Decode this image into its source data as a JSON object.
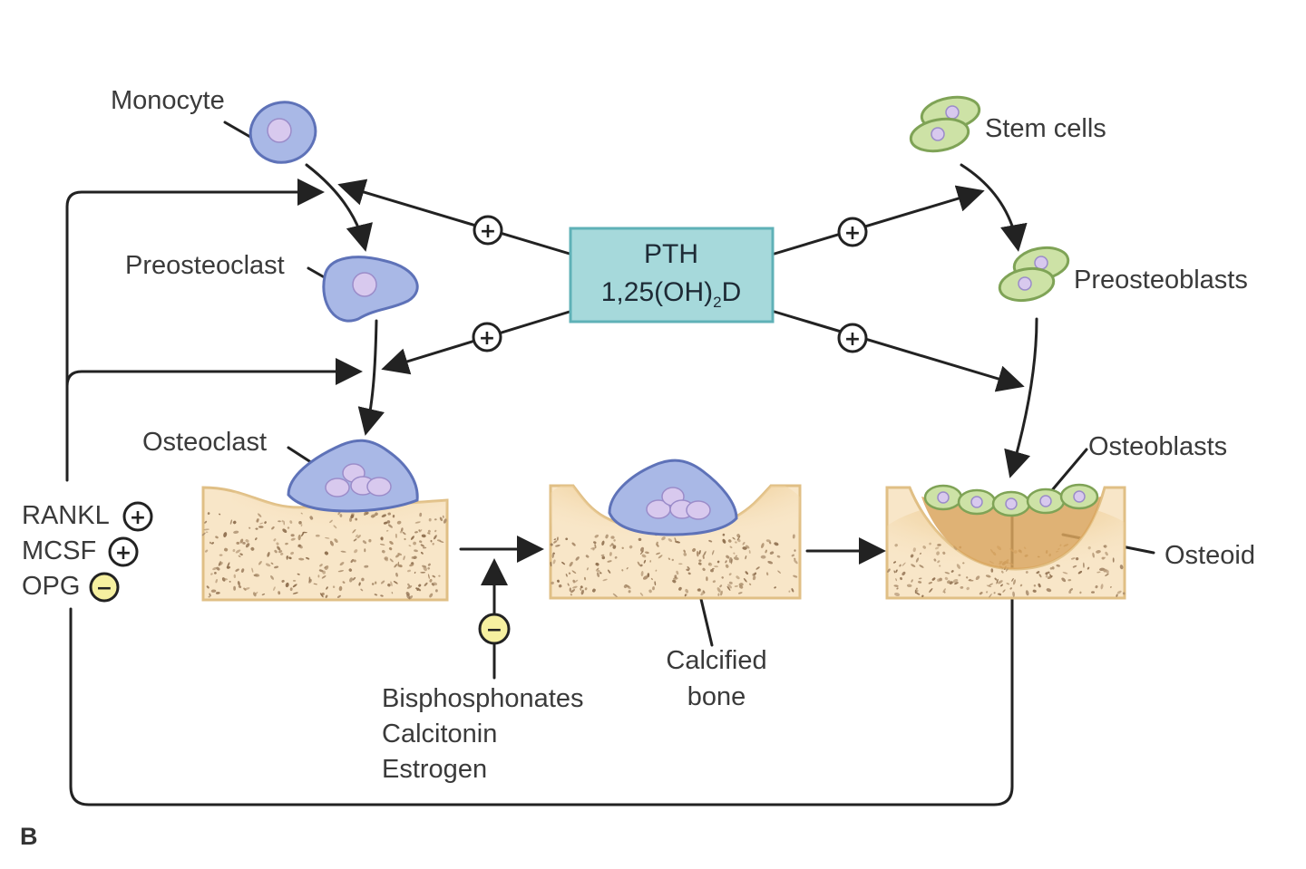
{
  "labels": {
    "monocyte": "Monocyte",
    "preosteoclast": "Preosteoclast",
    "osteoclast": "Osteoclast",
    "stem_cells": "Stem cells",
    "preosteoblasts": "Preosteoblasts",
    "osteoblasts": "Osteoblasts",
    "osteoid": "Osteoid",
    "calcified_bone_line1": "Calcified",
    "calcified_bone_line2": "bone",
    "panel": "B"
  },
  "hormone_box": {
    "line1": "PTH",
    "line2_pre": "1,25(OH)",
    "line2_sub": "2",
    "line2_post": "D"
  },
  "factors": {
    "rankl": "RANKL",
    "mcsf": "MCSF",
    "opg": "OPG"
  },
  "inhibitors": [
    "Bisphosphonates",
    "Calcitonin",
    "Estrogen"
  ],
  "symbols": {
    "plus": "+",
    "minus": "−"
  },
  "colors": {
    "osteoclast_lineage": "#a9b8e6",
    "osteoclast_outline": "#5e72b8",
    "nucleus": "#d8c9ee",
    "osteoblast_lineage": "#cde2a6",
    "osteoblast_outline": "#7fa356",
    "bone": "#f8e6c8",
    "bone_outline": "#e0bf85",
    "osteoid": "#d9a55d",
    "hormone_box": "#a6d9db",
    "hormone_box_outline": "#5fb1b7",
    "minus_badge": "#f6f0a0",
    "arrow": "#222222"
  }
}
